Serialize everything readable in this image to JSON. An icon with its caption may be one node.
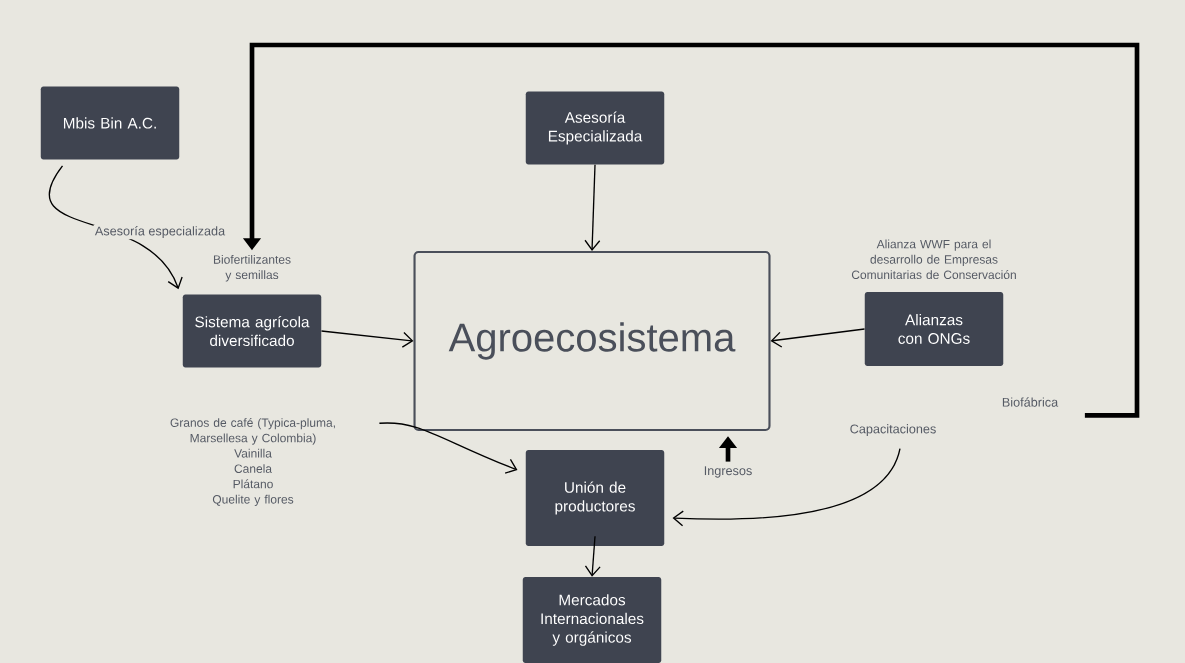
{
  "diagram": {
    "nodes": [
      {
        "text": [
          "Mbis Bin A.C."
        ]
      },
      {
        "text": [
          "Asesoría Especializada"
        ]
      },
      {
        "text": [
          "Agroecosistema"
        ]
      },
      {
        "text": [
          "Sistema agrícola diversificado"
        ],
        "beside": [
          "Biofertilizantes y semillas"
        ]
      },
      {
        "text": [
          "Alianzas con ONGs"
        ],
        "beside": [
          "Alianza WWF para el desarrollo de Empresas Comunitarias de Conservación"
        ]
      },
      {
        "text": [
          "Unión de productores"
        ]
      },
      {
        "text": [
          "Mercados Internacionales y orgánicos"
        ]
      },
      {
        "text": [
          "Biofábrica"
        ]
      },
      {
        "text": [
          "Granos de café (Typica-pluma, Marsellesa y Colombia)",
          "Vainilla",
          "Canela",
          "Plátano",
          "Quelite y flores"
        ]
      },
      {
        "text": [
          "Ingresos"
        ]
      },
      {
        "text": [
          "Capacitaciones"
        ]
      }
    ],
    "edges": [
      {
        "from": 0,
        "to": 3,
        "arrow": "to",
        "label": "Asesoría especializada"
      },
      {
        "from": 1,
        "to": 2,
        "arrow": "to"
      },
      {
        "from": 3,
        "to": 2,
        "arrow": "to"
      },
      {
        "from": 4,
        "to": 2,
        "arrow": "to"
      },
      {
        "from": 7,
        "to": 3,
        "arrow": "to",
        "style": "thick"
      },
      {
        "from": 8,
        "to": 5,
        "arrow": "to"
      },
      {
        "from": 9,
        "to": 2,
        "arrow": "to",
        "style": "thick"
      },
      {
        "from": 10,
        "to": 5,
        "arrow": "to"
      },
      {
        "from": 5,
        "to": 6,
        "arrow": "to"
      }
    ]
  }
}
